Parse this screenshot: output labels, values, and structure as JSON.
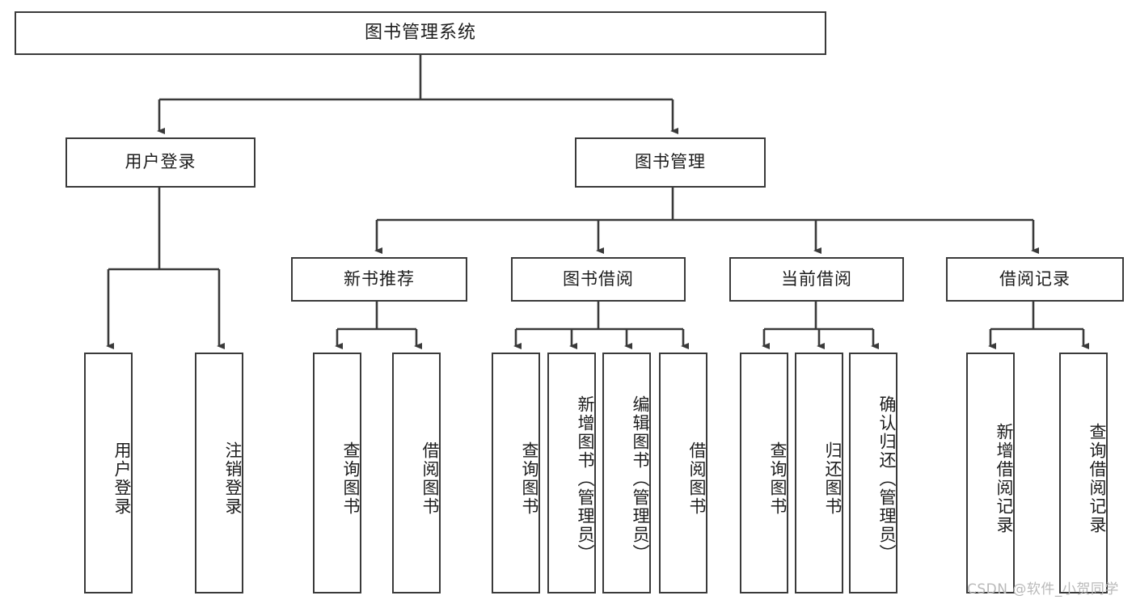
{
  "diagram": {
    "title": "图书管理系统",
    "type": "hierarchy-tree",
    "root": {
      "label": "图书管理系统"
    },
    "level2": [
      {
        "label": "用户登录"
      },
      {
        "label": "图书管理"
      }
    ],
    "level3": [
      {
        "label": "新书推荐"
      },
      {
        "label": "图书借阅"
      },
      {
        "label": "当前借阅"
      },
      {
        "label": "借阅记录"
      }
    ],
    "leaves": {
      "user_login": [
        {
          "label": "用户登录"
        },
        {
          "label": "注销登录"
        }
      ],
      "new_book_recommend": [
        {
          "label": "查询图书"
        },
        {
          "label": "借阅图书"
        }
      ],
      "book_borrow": [
        {
          "label": "查询图书"
        },
        {
          "label": "新增图书（管理员）"
        },
        {
          "label": "编辑图书（管理员）"
        },
        {
          "label": "借阅图书"
        }
      ],
      "current_borrow": [
        {
          "label": "查询图书"
        },
        {
          "label": "归还图书"
        },
        {
          "label": "确认归还（管理员）"
        }
      ],
      "borrow_record": [
        {
          "label": "新增借阅记录"
        },
        {
          "label": "查询借阅记录"
        }
      ]
    }
  },
  "watermark": {
    "text": "CSDN @软件_小贺同学"
  },
  "colors": {
    "stroke": "#3a3a3a",
    "background": "#ffffff",
    "text": "#1d1d1d",
    "watermark": "#b9b9b9"
  }
}
